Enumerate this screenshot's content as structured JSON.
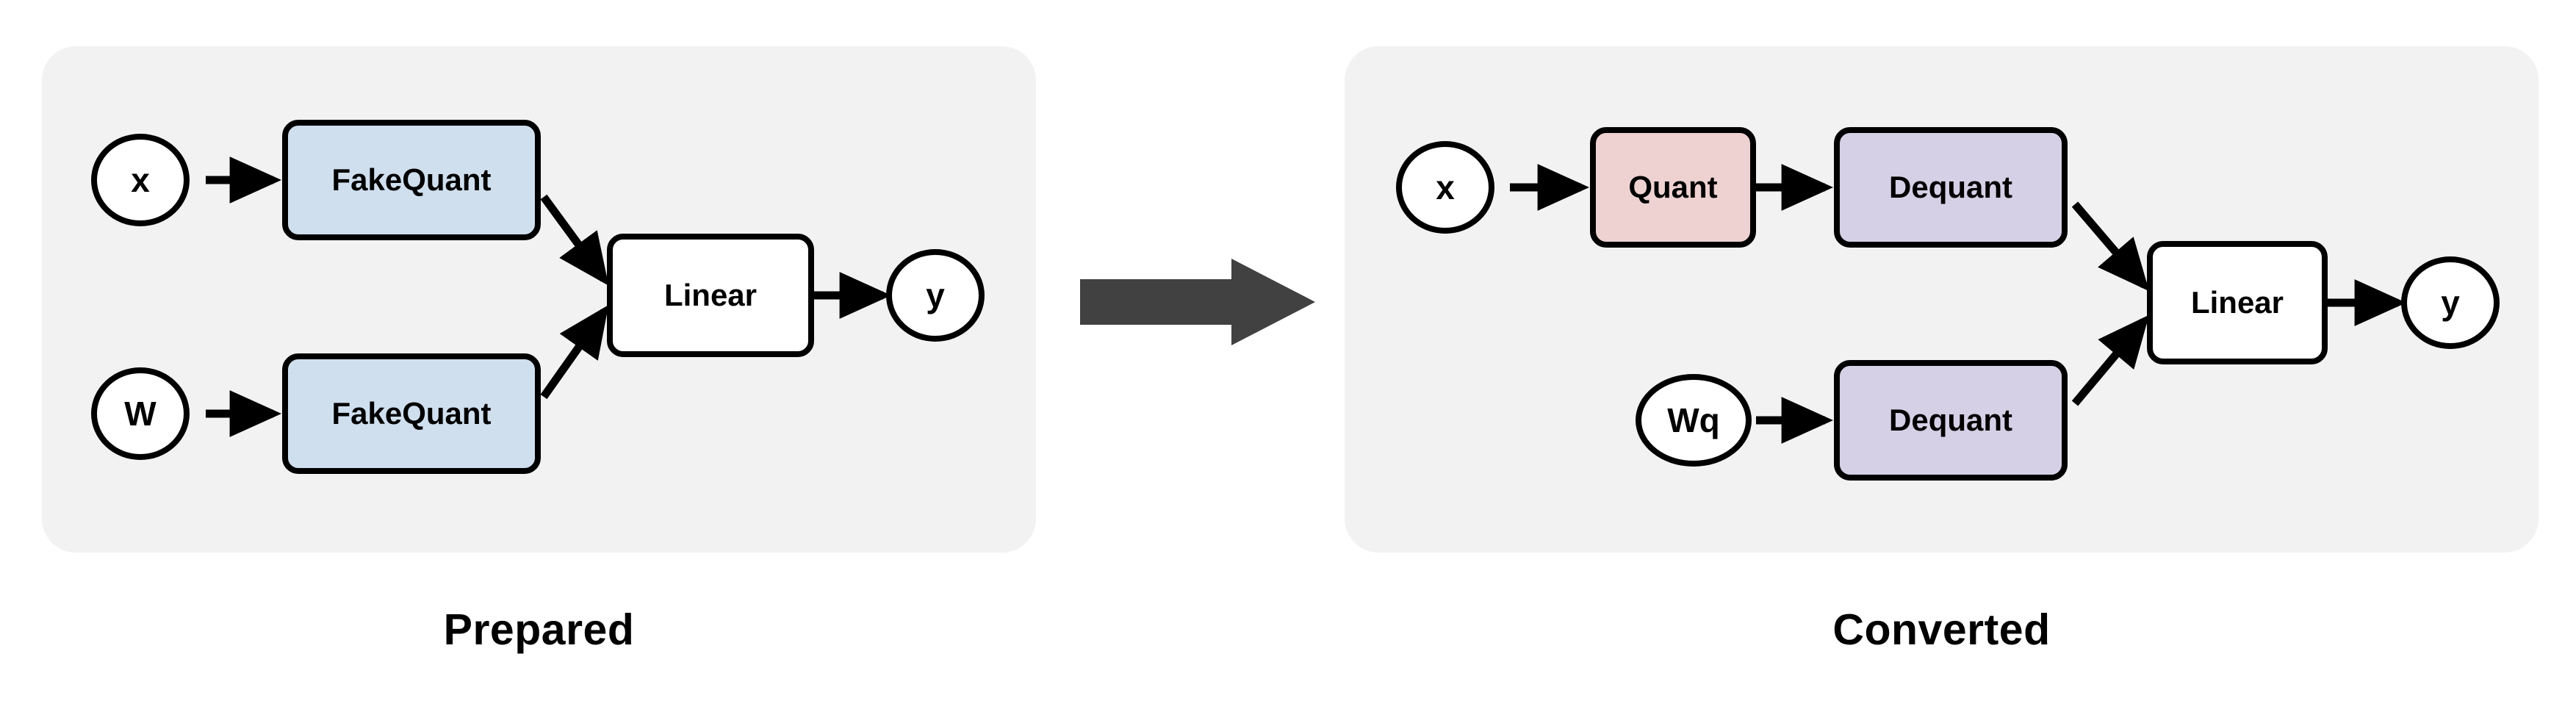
{
  "diagram": {
    "title_domain": "quantization-flow",
    "background_color": "#ffffff",
    "panel_color": "#f2f2f2",
    "panels": [
      {
        "id": "prepared",
        "caption": "Prepared",
        "nodes": [
          {
            "id": "x",
            "label": "x",
            "shape": "ellipse",
            "fill": "#ffffff"
          },
          {
            "id": "fq_act",
            "label": "FakeQuant",
            "shape": "box",
            "fill": "#cfdfee"
          },
          {
            "id": "w",
            "label": "W",
            "shape": "ellipse",
            "fill": "#ffffff"
          },
          {
            "id": "fq_wt",
            "label": "FakeQuant",
            "shape": "box",
            "fill": "#cfdfee"
          },
          {
            "id": "linear",
            "label": "Linear",
            "shape": "box",
            "fill": "#ffffff"
          },
          {
            "id": "y",
            "label": "y",
            "shape": "ellipse",
            "fill": "#ffffff"
          }
        ],
        "edges": [
          {
            "from": "x",
            "to": "fq_act"
          },
          {
            "from": "fq_act",
            "to": "linear"
          },
          {
            "from": "w",
            "to": "fq_wt"
          },
          {
            "from": "fq_wt",
            "to": "linear"
          },
          {
            "from": "linear",
            "to": "y"
          }
        ]
      },
      {
        "id": "converted",
        "caption": "Converted",
        "nodes": [
          {
            "id": "x2",
            "label": "x",
            "shape": "ellipse",
            "fill": "#ffffff"
          },
          {
            "id": "quant",
            "label": "Quant",
            "shape": "box",
            "fill": "#eed2d2"
          },
          {
            "id": "dequant_a",
            "label": "Dequant",
            "shape": "box",
            "fill": "#d6d0e6"
          },
          {
            "id": "wq",
            "label": "Wq",
            "shape": "ellipse",
            "fill": "#ffffff"
          },
          {
            "id": "dequant_w",
            "label": "Dequant",
            "shape": "box",
            "fill": "#d6d0e6"
          },
          {
            "id": "linear2",
            "label": "Linear",
            "shape": "box",
            "fill": "#ffffff"
          },
          {
            "id": "y2",
            "label": "y",
            "shape": "ellipse",
            "fill": "#ffffff"
          }
        ],
        "edges": [
          {
            "from": "x2",
            "to": "quant"
          },
          {
            "from": "quant",
            "to": "dequant_a"
          },
          {
            "from": "dequant_a",
            "to": "linear2"
          },
          {
            "from": "wq",
            "to": "dequant_w"
          },
          {
            "from": "dequant_w",
            "to": "linear2"
          },
          {
            "from": "linear2",
            "to": "y2"
          }
        ]
      }
    ],
    "transition": {
      "icon": "right-arrow-icon",
      "color": "#414141"
    },
    "stroke_color": "#000000"
  }
}
